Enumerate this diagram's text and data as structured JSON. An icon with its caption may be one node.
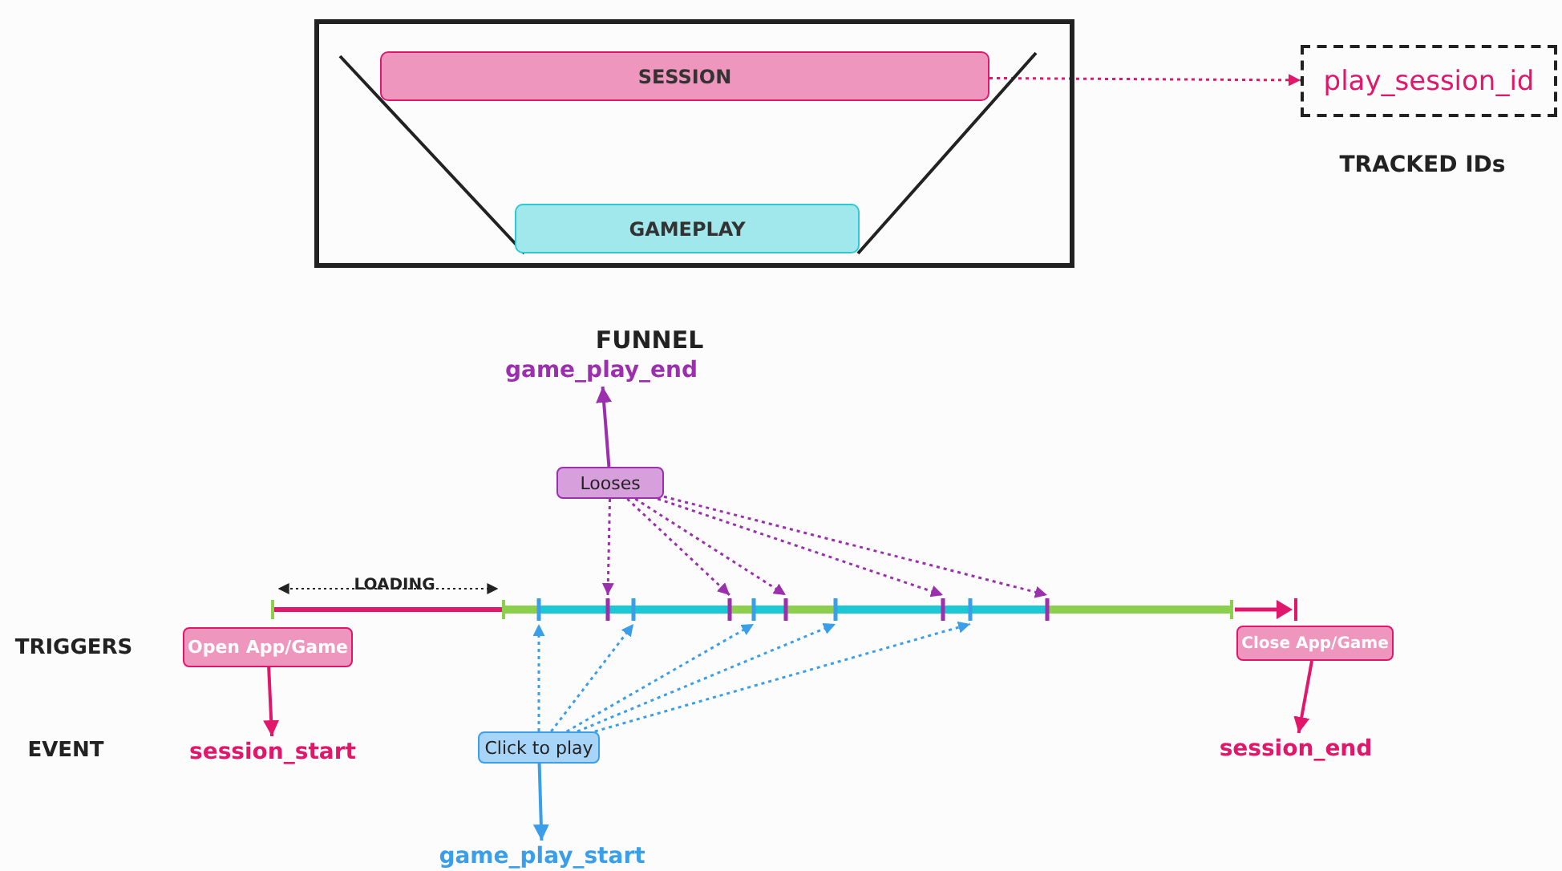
{
  "diagram": {
    "title": "FUNNEL",
    "nodes": [
      {
        "text": [],
        "shape": "box"
      },
      {
        "text": [
          "SESSION"
        ],
        "in": 0
      },
      {
        "text": [
          "GAMEPLAY"
        ],
        "in": 0
      },
      {
        "text": [
          "play_session_id"
        ]
      },
      {
        "text": [
          "game_play_end"
        ]
      },
      {
        "text": [
          "Looses"
        ]
      },
      {
        "text": [
          "Open App/Game"
        ]
      },
      {
        "text": [
          "session_start"
        ]
      },
      {
        "text": [
          "Click to play"
        ]
      },
      {
        "text": [
          "game_play_start"
        ]
      },
      {
        "text": [
          "Close App/Game"
        ]
      },
      {
        "text": [
          "session_end"
        ]
      }
    ],
    "edges": [
      {
        "from": 1,
        "to": 3,
        "arrow": "to",
        "style": "dashed",
        "color": "#e0176a"
      },
      {
        "from": 5,
        "to": 4,
        "arrow": "to",
        "color": "#9b2fae"
      },
      {
        "from": 5,
        "to": null,
        "arrow": "to",
        "style": "dashed",
        "color": "#9b2fae"
      },
      {
        "from": 5,
        "to": null,
        "arrow": "to",
        "style": "dashed",
        "color": "#9b2fae"
      },
      {
        "from": 5,
        "to": null,
        "arrow": "to",
        "style": "dashed",
        "color": "#9b2fae"
      },
      {
        "from": 5,
        "to": null,
        "arrow": "to",
        "style": "dashed",
        "color": "#9b2fae"
      },
      {
        "from": 5,
        "to": null,
        "arrow": "to",
        "style": "dashed",
        "color": "#9b2fae"
      },
      {
        "from": 6,
        "to": 7,
        "arrow": "to",
        "color": "#e0176a"
      },
      {
        "from": 8,
        "to": null,
        "arrow": "to",
        "style": "dashed",
        "color": "#3a9ee8"
      },
      {
        "from": 8,
        "to": null,
        "arrow": "to",
        "style": "dashed",
        "color": "#3a9ee8"
      },
      {
        "from": 8,
        "to": null,
        "arrow": "to",
        "style": "dashed",
        "color": "#3a9ee8"
      },
      {
        "from": 8,
        "to": null,
        "arrow": "to",
        "style": "dashed",
        "color": "#3a9ee8"
      },
      {
        "from": 8,
        "to": null,
        "arrow": "to",
        "style": "dashed",
        "color": "#3a9ee8"
      },
      {
        "from": 8,
        "to": 9,
        "arrow": "to",
        "color": "#3a9ee8"
      },
      {
        "from": 10,
        "to": 11,
        "arrow": "to",
        "color": "#e0176a"
      }
    ],
    "labels": [
      "TRACKED IDs",
      "LOADING",
      "TRIGGERS",
      "EVENT"
    ]
  }
}
